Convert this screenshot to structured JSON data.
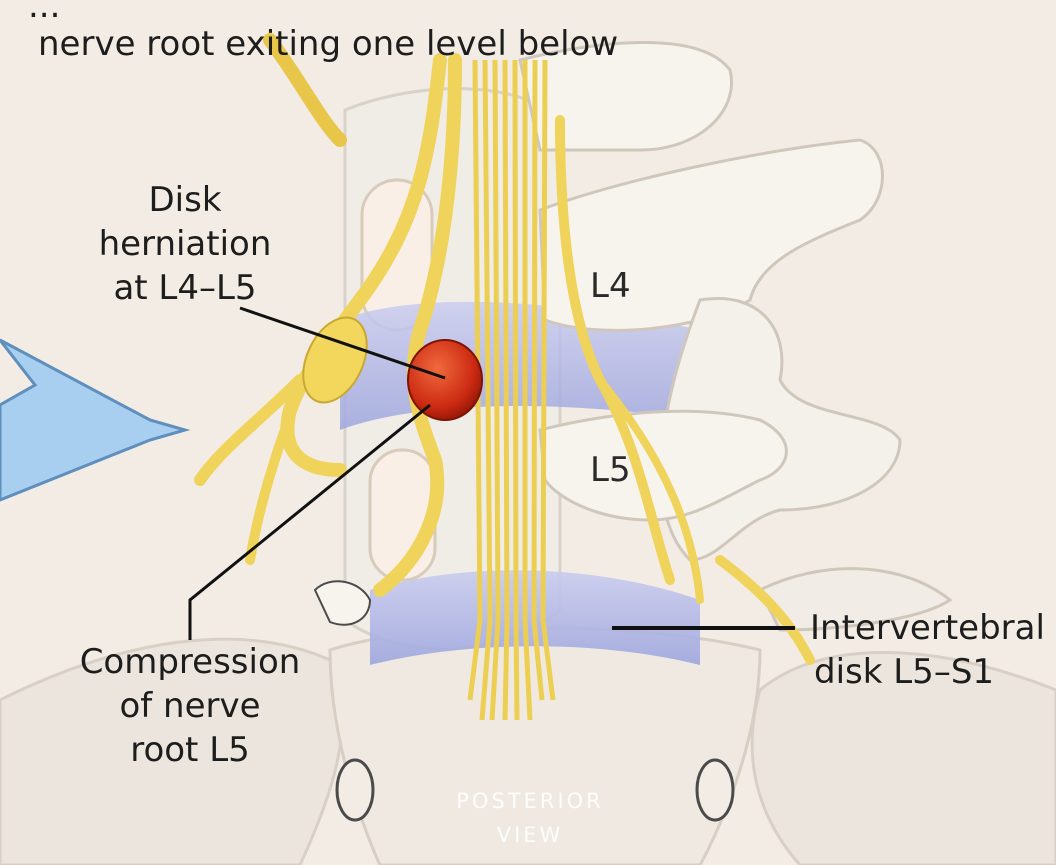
{
  "top_caption": {
    "line1": "...",
    "line2": "nerve root exiting one level below"
  },
  "labels": {
    "disk_herniation": [
      "Disk",
      "herniation",
      "at L4–L5"
    ],
    "compression": [
      "Compression",
      "of nerve",
      "root L5"
    ],
    "intervertebral": [
      "Intervertebral",
      "disk L5–S1"
    ],
    "l4": "L4",
    "l5": "L5",
    "view": [
      "POSTERIOR",
      "VIEW"
    ]
  },
  "colors": {
    "background": "#f3ece4",
    "bone": "#f7f4ee",
    "nerve": "#f0d35a",
    "disk": "#b9bde8",
    "herniation": "#cc2a12",
    "arrow": "#a9cff0"
  }
}
